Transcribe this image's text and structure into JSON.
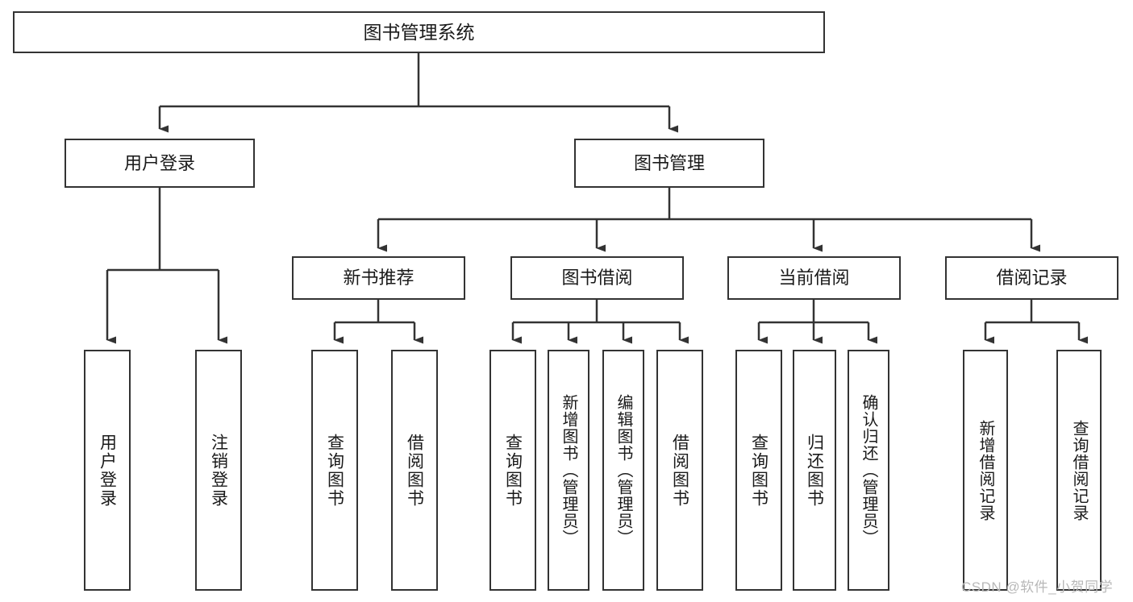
{
  "diagram": {
    "title": "图书管理系统",
    "type": "tree-hierarchy-chart",
    "orientation": "top-down",
    "colors": {
      "background": "#ffffff",
      "node_border": "#333333",
      "node_fill": "#ffffff",
      "edge": "#333333",
      "text": "#1a1a1a",
      "watermark": "#b8b8b8"
    }
  },
  "nodes": {
    "root": {
      "label": "图书管理系统",
      "level": 0
    },
    "level1": [
      {
        "label": "用户登录",
        "level": 1
      },
      {
        "label": "图书管理",
        "level": 1
      }
    ],
    "level2": [
      {
        "label": "新书推荐",
        "level": 2,
        "parent": "图书管理"
      },
      {
        "label": "图书借阅",
        "level": 2,
        "parent": "图书管理"
      },
      {
        "label": "当前借阅",
        "level": 2,
        "parent": "图书管理"
      },
      {
        "label": "借阅记录",
        "level": 2,
        "parent": "图书管理"
      }
    ],
    "leaves": {
      "user_login": [
        {
          "label": "用户登录",
          "parent": "用户登录"
        },
        {
          "label": "注销登录",
          "parent": "用户登录"
        }
      ],
      "new_book_recommend": [
        {
          "label": "查询图书",
          "parent": "新书推荐"
        },
        {
          "label": "借阅图书",
          "parent": "新书推荐"
        }
      ],
      "book_borrow": [
        {
          "label": "查询图书",
          "parent": "图书借阅"
        },
        {
          "label": "新增图书（管理员）",
          "parent": "图书借阅"
        },
        {
          "label": "编辑图书（管理员）",
          "parent": "图书借阅"
        },
        {
          "label": "借阅图书",
          "parent": "图书借阅"
        }
      ],
      "current_borrow": [
        {
          "label": "查询图书",
          "parent": "当前借阅"
        },
        {
          "label": "归还图书",
          "parent": "当前借阅"
        },
        {
          "label": "确认归还（管理员）",
          "parent": "当前借阅"
        }
      ],
      "borrow_record": [
        {
          "label": "新增借阅记录",
          "parent": "借阅记录"
        },
        {
          "label": "查询借阅记录",
          "parent": "借阅记录"
        }
      ]
    }
  },
  "watermark": {
    "text": "CSDN @软件_小贺同学"
  }
}
